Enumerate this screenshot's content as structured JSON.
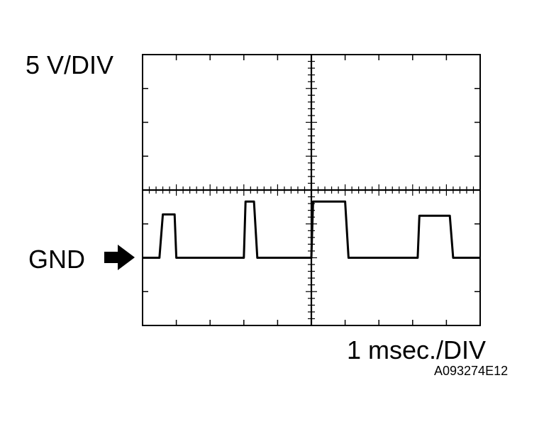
{
  "labels": {
    "volts_per_div": "5 V/DIV",
    "gnd": "GND",
    "time_per_div": "1 msec./DIV",
    "figure_code": "A093274E12"
  },
  "icons": {
    "gnd_marker": "arrow-right-icon"
  },
  "chart_data": {
    "type": "line",
    "xlabel": "1 msec./DIV",
    "ylabel": "5 V/DIV",
    "grid": {
      "x_divisions": 10,
      "y_divisions": 8,
      "minor_per_division": 5
    },
    "series": [
      {
        "x": [
          0,
          0.5,
          0.6,
          0.95,
          1.0,
          3.0,
          3.05,
          3.3,
          3.4,
          5.0,
          5.05,
          6.0,
          6.1,
          8.15,
          8.2,
          9.1,
          9.2,
          10.0
        ],
        "y": [
          0,
          0,
          6.4,
          6.4,
          0,
          0,
          8.3,
          8.3,
          0,
          0,
          8.3,
          8.3,
          0,
          0,
          6.2,
          6.2,
          0,
          0
        ]
      }
    ]
  }
}
